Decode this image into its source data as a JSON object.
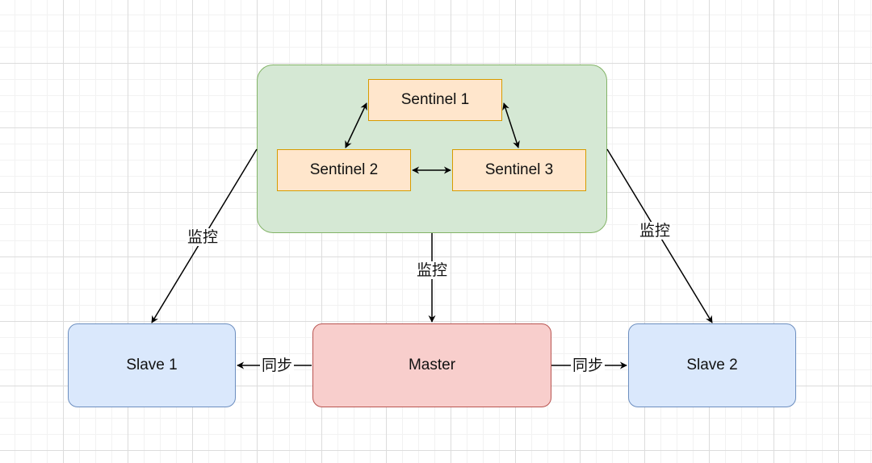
{
  "nodes": {
    "sentinel_1": "Sentinel 1",
    "sentinel_2": "Sentinel 2",
    "sentinel_3": "Sentinel 3",
    "master": "Master",
    "slave_1": "Slave 1",
    "slave_2": "Slave 2"
  },
  "edges": {
    "monitor_slave_1": "监控",
    "monitor_master": "监控",
    "monitor_slave_2": "监控",
    "sync_slave_1": "同步",
    "sync_slave_2": "同步"
  },
  "colors": {
    "sentinel_group_fill": "#d5e8d4",
    "sentinel_group_stroke": "#82b366",
    "sentinel_fill": "#ffe6cc",
    "sentinel_stroke": "#d79b00",
    "master_fill": "#f8cecc",
    "master_stroke": "#b85450",
    "slave_fill": "#dae8fc",
    "slave_stroke": "#6c8ebf"
  }
}
